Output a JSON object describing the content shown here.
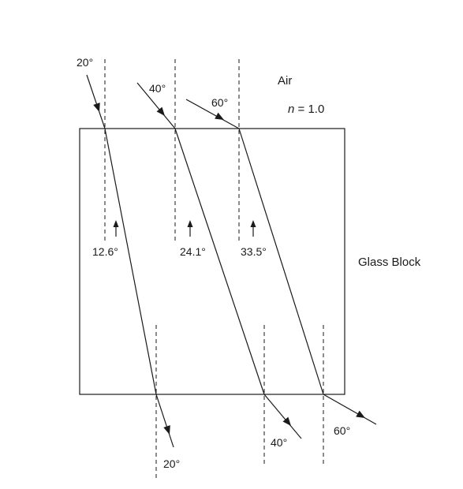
{
  "labels": {
    "medium_top": "Air",
    "index_prefix": "n",
    "index_value": " = 1.0",
    "block_name": "Glass Block"
  },
  "rays": [
    {
      "incident_angle": "20°",
      "refracted_angle": "12.6°",
      "exit_angle": "20°"
    },
    {
      "incident_angle": "40°",
      "refracted_angle": "24.1°",
      "exit_angle": "40°"
    },
    {
      "incident_angle": "60°",
      "refracted_angle": "33.5°",
      "exit_angle": "60°"
    }
  ]
}
